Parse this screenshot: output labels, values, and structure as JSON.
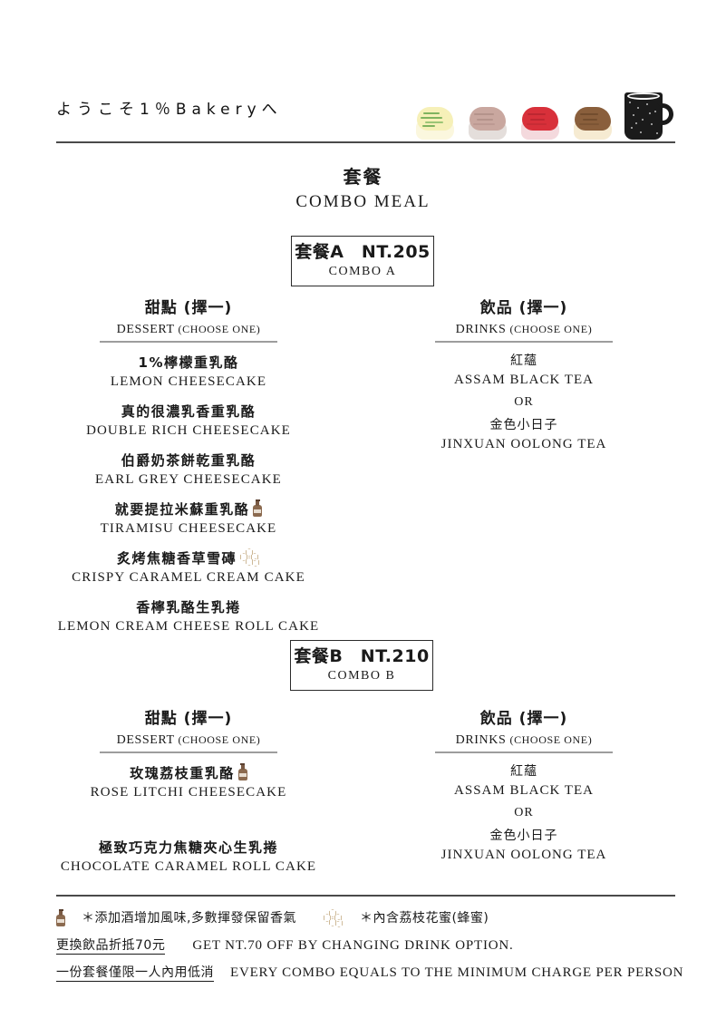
{
  "header": {
    "welcome": "ようこそ1％Bakeryへ",
    "decorations": [
      {
        "icon": "lemon-cake-slice",
        "top_color": "#f6f0b8",
        "base_color": "#fbf7de",
        "accent_color": "#6aa84f"
      },
      {
        "icon": "rose-cake-slice",
        "top_color": "#c9a79f",
        "base_color": "#e4dedb",
        "accent_color": "#b08f87"
      },
      {
        "icon": "strawberry-cake-slice",
        "top_color": "#d8303a",
        "base_color": "#f4d9dd",
        "accent_color": "#b82630"
      },
      {
        "icon": "chocolate-cake-slice",
        "top_color": "#8a5f3c",
        "base_color": "#f6ebd2",
        "accent_color": "#6f4a2c"
      },
      {
        "icon": "coffee-mug",
        "top_color": "#1b1b1b",
        "base_color": "#1b1b1b",
        "accent_color": "#ffffff"
      }
    ]
  },
  "title": {
    "cn": "套餐",
    "en": "COMBO MEAL"
  },
  "combos": [
    {
      "id": "a",
      "price_label": "套餐A　NT.205",
      "price_cn": "套餐A",
      "price_num": "NT.205",
      "name_en": "COMBO A",
      "dessert_head": {
        "cn": "甜點 (擇一)",
        "en_main": "DESSERT",
        "en_sub": "(CHOOSE ONE)"
      },
      "drinks_head": {
        "cn": "飲品 (擇一)",
        "en_main": "DRINKS",
        "en_sub": "(CHOOSE ONE)"
      },
      "desserts": [
        {
          "cn": "1%檸檬重乳酪",
          "en": "LEMON CHEESECAKE",
          "icon": ""
        },
        {
          "cn": "真的很濃乳香重乳酪",
          "en": "DOUBLE RICH CHEESECAKE",
          "icon": ""
        },
        {
          "cn": "伯爵奶茶餅乾重乳酪",
          "en": "EARL GREY CHEESECAKE",
          "icon": ""
        },
        {
          "cn": "就要提拉米蘇重乳酪",
          "en": "TIRAMISU CHEESECAKE",
          "icon": "bottle-icon"
        },
        {
          "cn": "炙烤焦糖香草雪磚",
          "en": "CRISPY CARAMEL CREAM CAKE",
          "icon": "honeycomb-icon"
        },
        {
          "cn": "香檸乳酪生乳捲",
          "en": "LEMON CREAM CHEESE ROLL CAKE",
          "icon": ""
        }
      ],
      "drinks": [
        {
          "cn": "紅蘊",
          "en": "ASSAM BLACK TEA"
        },
        {
          "cn": "金色小日子",
          "en": "JINXUAN OOLONG TEA"
        }
      ],
      "drink_separator": "OR"
    },
    {
      "id": "b",
      "price_label": "套餐B　NT.210",
      "price_cn": "套餐B",
      "price_num": "NT.210",
      "name_en": "COMBO B",
      "dessert_head": {
        "cn": "甜點 (擇一)",
        "en_main": "DESSERT",
        "en_sub": "(CHOOSE ONE)"
      },
      "drinks_head": {
        "cn": "飲品 (擇一)",
        "en_main": "DRINKS",
        "en_sub": "(CHOOSE ONE)"
      },
      "desserts": [
        {
          "cn": "玫瑰荔枝重乳酪",
          "en": "ROSE LITCHI CHEESECAKE",
          "icon": "bottle-icon"
        },
        {
          "cn": "極致巧克力焦糖夾心生乳捲",
          "en": "CHOCOLATE CARAMEL ROLL CAKE",
          "icon": ""
        }
      ],
      "drinks": [
        {
          "cn": "紅蘊",
          "en": "ASSAM BLACK TEA"
        },
        {
          "cn": "金色小日子",
          "en": "JINXUAN OOLONG TEA"
        }
      ],
      "drink_separator": "OR"
    }
  ],
  "footer": {
    "legend": [
      {
        "icon": "bottle-icon",
        "text": "＊添加酒增加風味,多數揮發保留香氣"
      },
      {
        "icon": "honeycomb-icon",
        "text": "＊內含荔枝花蜜(蜂蜜)"
      }
    ],
    "notes": [
      {
        "cn": "更換飲品折抵70元",
        "en": "GET NT.70 OFF BY CHANGING DRINK OPTION."
      },
      {
        "cn": "一份套餐僅限一人內用低消",
        "en": "EVERY COMBO EQUALS TO THE MINIMUM CHARGE PER PERSON"
      }
    ]
  },
  "colors": {
    "text": "#1a1a1a",
    "rule": "#4a4a4a",
    "head_underline": "#9d9d9d",
    "bottle": "#8b6a4f",
    "honeycomb": "#cdb896"
  }
}
